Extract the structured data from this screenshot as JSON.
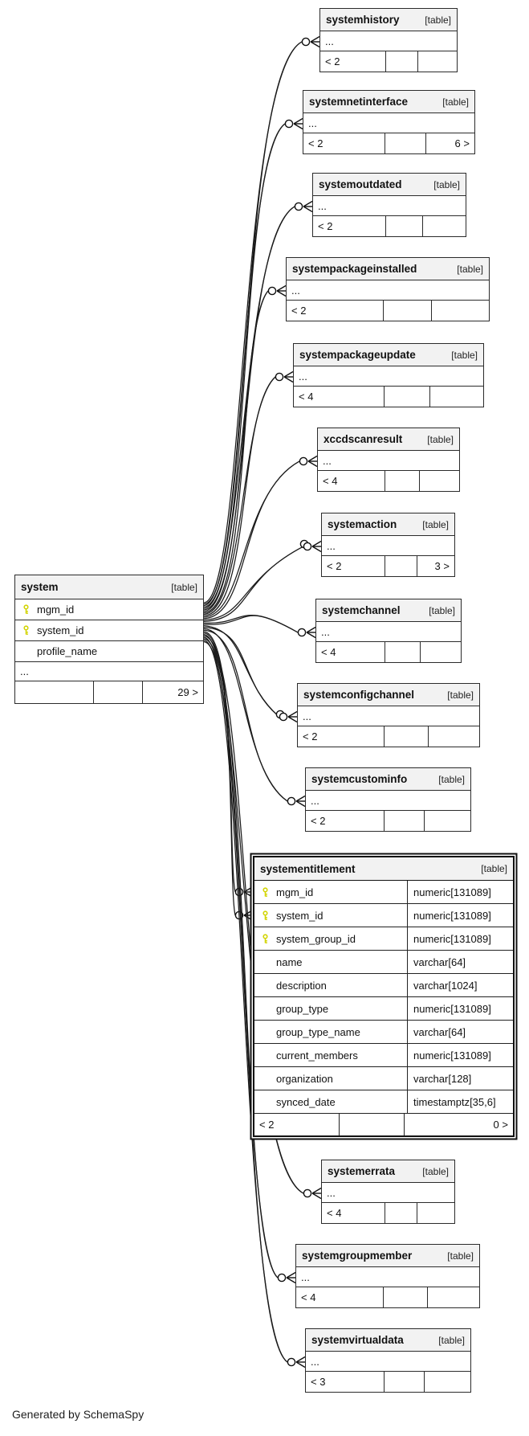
{
  "diagram": {
    "generated_note": "Generated by SchemaSpy",
    "colors": {
      "header_bg": "#f2f2f2",
      "border": "#2b2b2b",
      "key_icon": "#d2d400",
      "background": "#ffffff"
    }
  },
  "system_table": {
    "name": "system",
    "tag": "[table]",
    "ellipsis": "...",
    "columns": [
      {
        "name": "mgm_id",
        "key": true
      },
      {
        "name": "system_id",
        "key": true
      },
      {
        "name": "profile_name",
        "key": false
      }
    ],
    "footer": {
      "left": "",
      "middle": "",
      "right": "29 >"
    }
  },
  "entitlement_table": {
    "name": "systementitlement",
    "tag": "[table]",
    "columns": [
      {
        "name": "mgm_id",
        "type": "numeric[131089]",
        "key": true
      },
      {
        "name": "system_id",
        "type": "numeric[131089]",
        "key": true
      },
      {
        "name": "system_group_id",
        "type": "numeric[131089]",
        "key": true
      },
      {
        "name": "name",
        "type": "varchar[64]",
        "key": false
      },
      {
        "name": "description",
        "type": "varchar[1024]",
        "key": false
      },
      {
        "name": "group_type",
        "type": "numeric[131089]",
        "key": false
      },
      {
        "name": "group_type_name",
        "type": "varchar[64]",
        "key": false
      },
      {
        "name": "current_members",
        "type": "numeric[131089]",
        "key": false
      },
      {
        "name": "organization",
        "type": "varchar[128]",
        "key": false
      },
      {
        "name": "synced_date",
        "type": "timestamptz[35,6]",
        "key": false
      }
    ],
    "footer": {
      "left": "< 2",
      "middle": "",
      "right": "0 >"
    }
  },
  "related_tables": [
    {
      "name": "systemhistory",
      "tag": "[table]",
      "ellipsis": "...",
      "footer_left": "< 2",
      "footer_middle": "",
      "footer_right": ""
    },
    {
      "name": "systemnetinterface",
      "tag": "[table]",
      "ellipsis": "...",
      "footer_left": "< 2",
      "footer_middle": "",
      "footer_right": "6 >"
    },
    {
      "name": "systemoutdated",
      "tag": "[table]",
      "ellipsis": "...",
      "footer_left": "< 2",
      "footer_middle": "",
      "footer_right": ""
    },
    {
      "name": "systempackageinstalled",
      "tag": "[table]",
      "ellipsis": "...",
      "footer_left": "< 2",
      "footer_middle": "",
      "footer_right": ""
    },
    {
      "name": "systempackageupdate",
      "tag": "[table]",
      "ellipsis": "...",
      "footer_left": "< 4",
      "footer_middle": "",
      "footer_right": ""
    },
    {
      "name": "xccdscanresult",
      "tag": "[table]",
      "ellipsis": "...",
      "footer_left": "< 4",
      "footer_middle": "",
      "footer_right": ""
    },
    {
      "name": "systemaction",
      "tag": "[table]",
      "ellipsis": "...",
      "footer_left": "< 2",
      "footer_middle": "",
      "footer_right": "3 >"
    },
    {
      "name": "systemchannel",
      "tag": "[table]",
      "ellipsis": "...",
      "footer_left": "< 4",
      "footer_middle": "",
      "footer_right": ""
    },
    {
      "name": "systemconfigchannel",
      "tag": "[table]",
      "ellipsis": "...",
      "footer_left": "< 2",
      "footer_middle": "",
      "footer_right": ""
    },
    {
      "name": "systemcustominfo",
      "tag": "[table]",
      "ellipsis": "...",
      "footer_left": "< 2",
      "footer_middle": "",
      "footer_right": ""
    },
    {
      "name": "systemerrata",
      "tag": "[table]",
      "ellipsis": "...",
      "footer_left": "< 4",
      "footer_middle": "",
      "footer_right": ""
    },
    {
      "name": "systemgroupmember",
      "tag": "[table]",
      "ellipsis": "...",
      "footer_left": "< 4",
      "footer_middle": "",
      "footer_right": ""
    },
    {
      "name": "systemvirtualdata",
      "tag": "[table]",
      "ellipsis": "...",
      "footer_left": "< 3",
      "footer_middle": "",
      "footer_right": ""
    }
  ]
}
